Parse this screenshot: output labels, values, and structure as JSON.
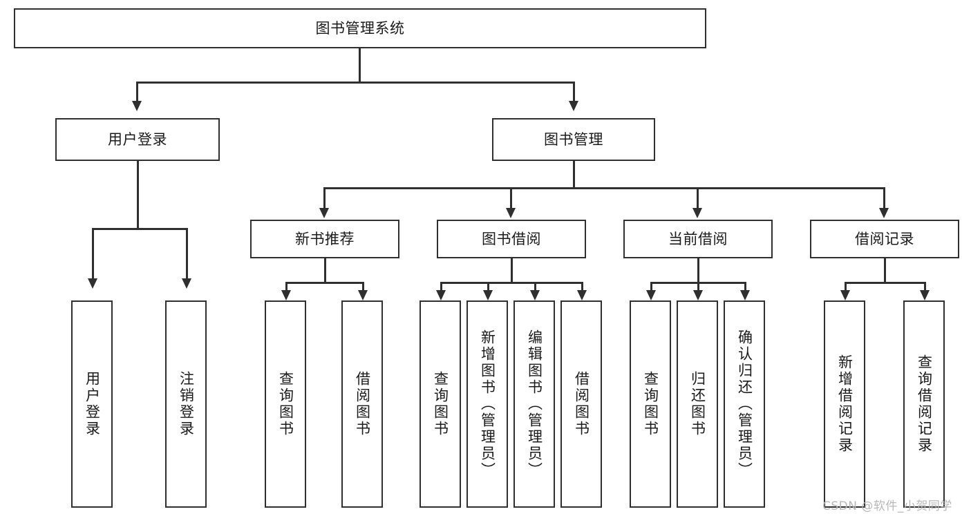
{
  "diagram": {
    "title_node": {
      "label": "图书管理系统"
    },
    "level2": [
      {
        "label": "用户登录"
      },
      {
        "label": "图书管理"
      }
    ],
    "level3": [
      {
        "label": "新书推荐"
      },
      {
        "label": "图书借阅"
      },
      {
        "label": "当前借阅"
      },
      {
        "label": "借阅记录"
      }
    ],
    "leaves": {
      "user_login": [
        {
          "label": "用户登录"
        },
        {
          "label": "注销登录"
        }
      ],
      "new_book_recommend": [
        {
          "label": "查询图书"
        },
        {
          "label": "借阅图书"
        }
      ],
      "book_borrow": [
        {
          "label": "查询图书"
        },
        {
          "label": "新增图书（管理员）"
        },
        {
          "label": "编辑图书（管理员）"
        },
        {
          "label": "借阅图书"
        }
      ],
      "current_borrow": [
        {
          "label": "查询图书"
        },
        {
          "label": "归还图书"
        },
        {
          "label": "确认归还（管理员）"
        }
      ],
      "borrow_record": [
        {
          "label": "新增借阅记录"
        },
        {
          "label": "查询借阅记录"
        }
      ]
    }
  },
  "watermark": {
    "text": "CSDN @软件_小贺同学"
  },
  "colors": {
    "stroke": "#2f2f2f",
    "background": "#ffffff",
    "text": "#1a1a1a",
    "watermark": "#b8b8b8"
  }
}
